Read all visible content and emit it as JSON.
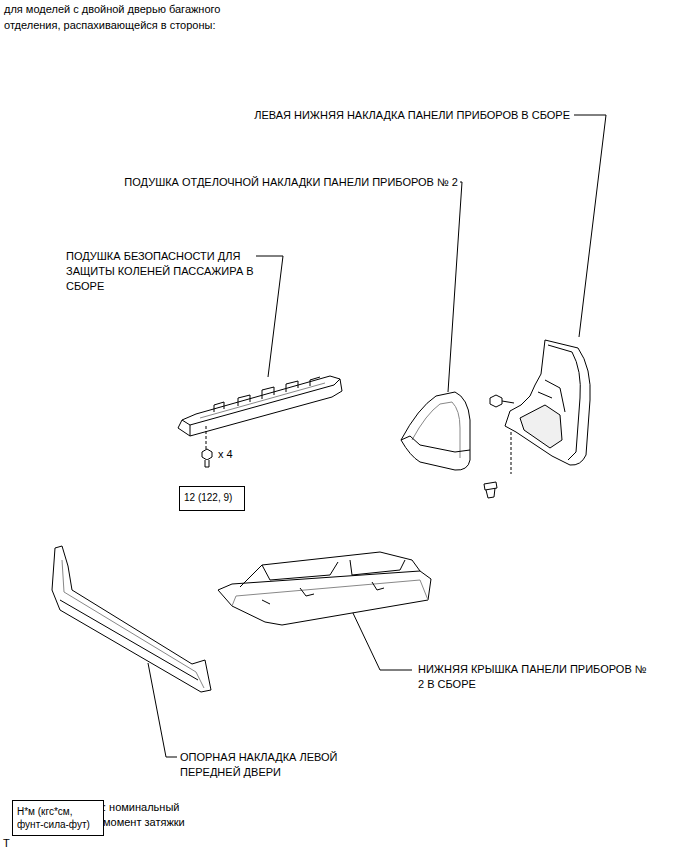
{
  "diagram": {
    "title": "для моделей с двойной дверью багажного отделения, распахивающейся в стороны:",
    "nodes": [
      {
        "text": [
          "12 (122, 9)"
        ]
      },
      {
        "text": [
          "Н*м (кгс*см, фунт-сила-фут)"
        ]
      }
    ],
    "labels": [
      "ЛЕВАЯ НИЖНЯЯ НАКЛАДКА ПАНЕЛИ ПРИБОРОВ В СБОРЕ",
      "ПОДУШКА ОТДЕЛОЧНОЙ НАКЛАДКИ ПАНЕЛИ ПРИБОРОВ № 2",
      "ПОДУШКА БЕЗОПАСНОСТИ ДЛЯ ЗАЩИТЫ КОЛЕНЕЙ ПАССАЖИРА В СБОРЕ",
      "x 4",
      "НИЖНЯЯ КРЫШКА ПАНЕЛИ ПРИБОРОВ № 2 В СБОРЕ",
      "ОПОРНАЯ НАКЛАДКА ЛЕВОЙ ПЕРЕДНЕЙ ДВЕРИ",
      ": номинальный момент затяжки",
      "T"
    ]
  }
}
